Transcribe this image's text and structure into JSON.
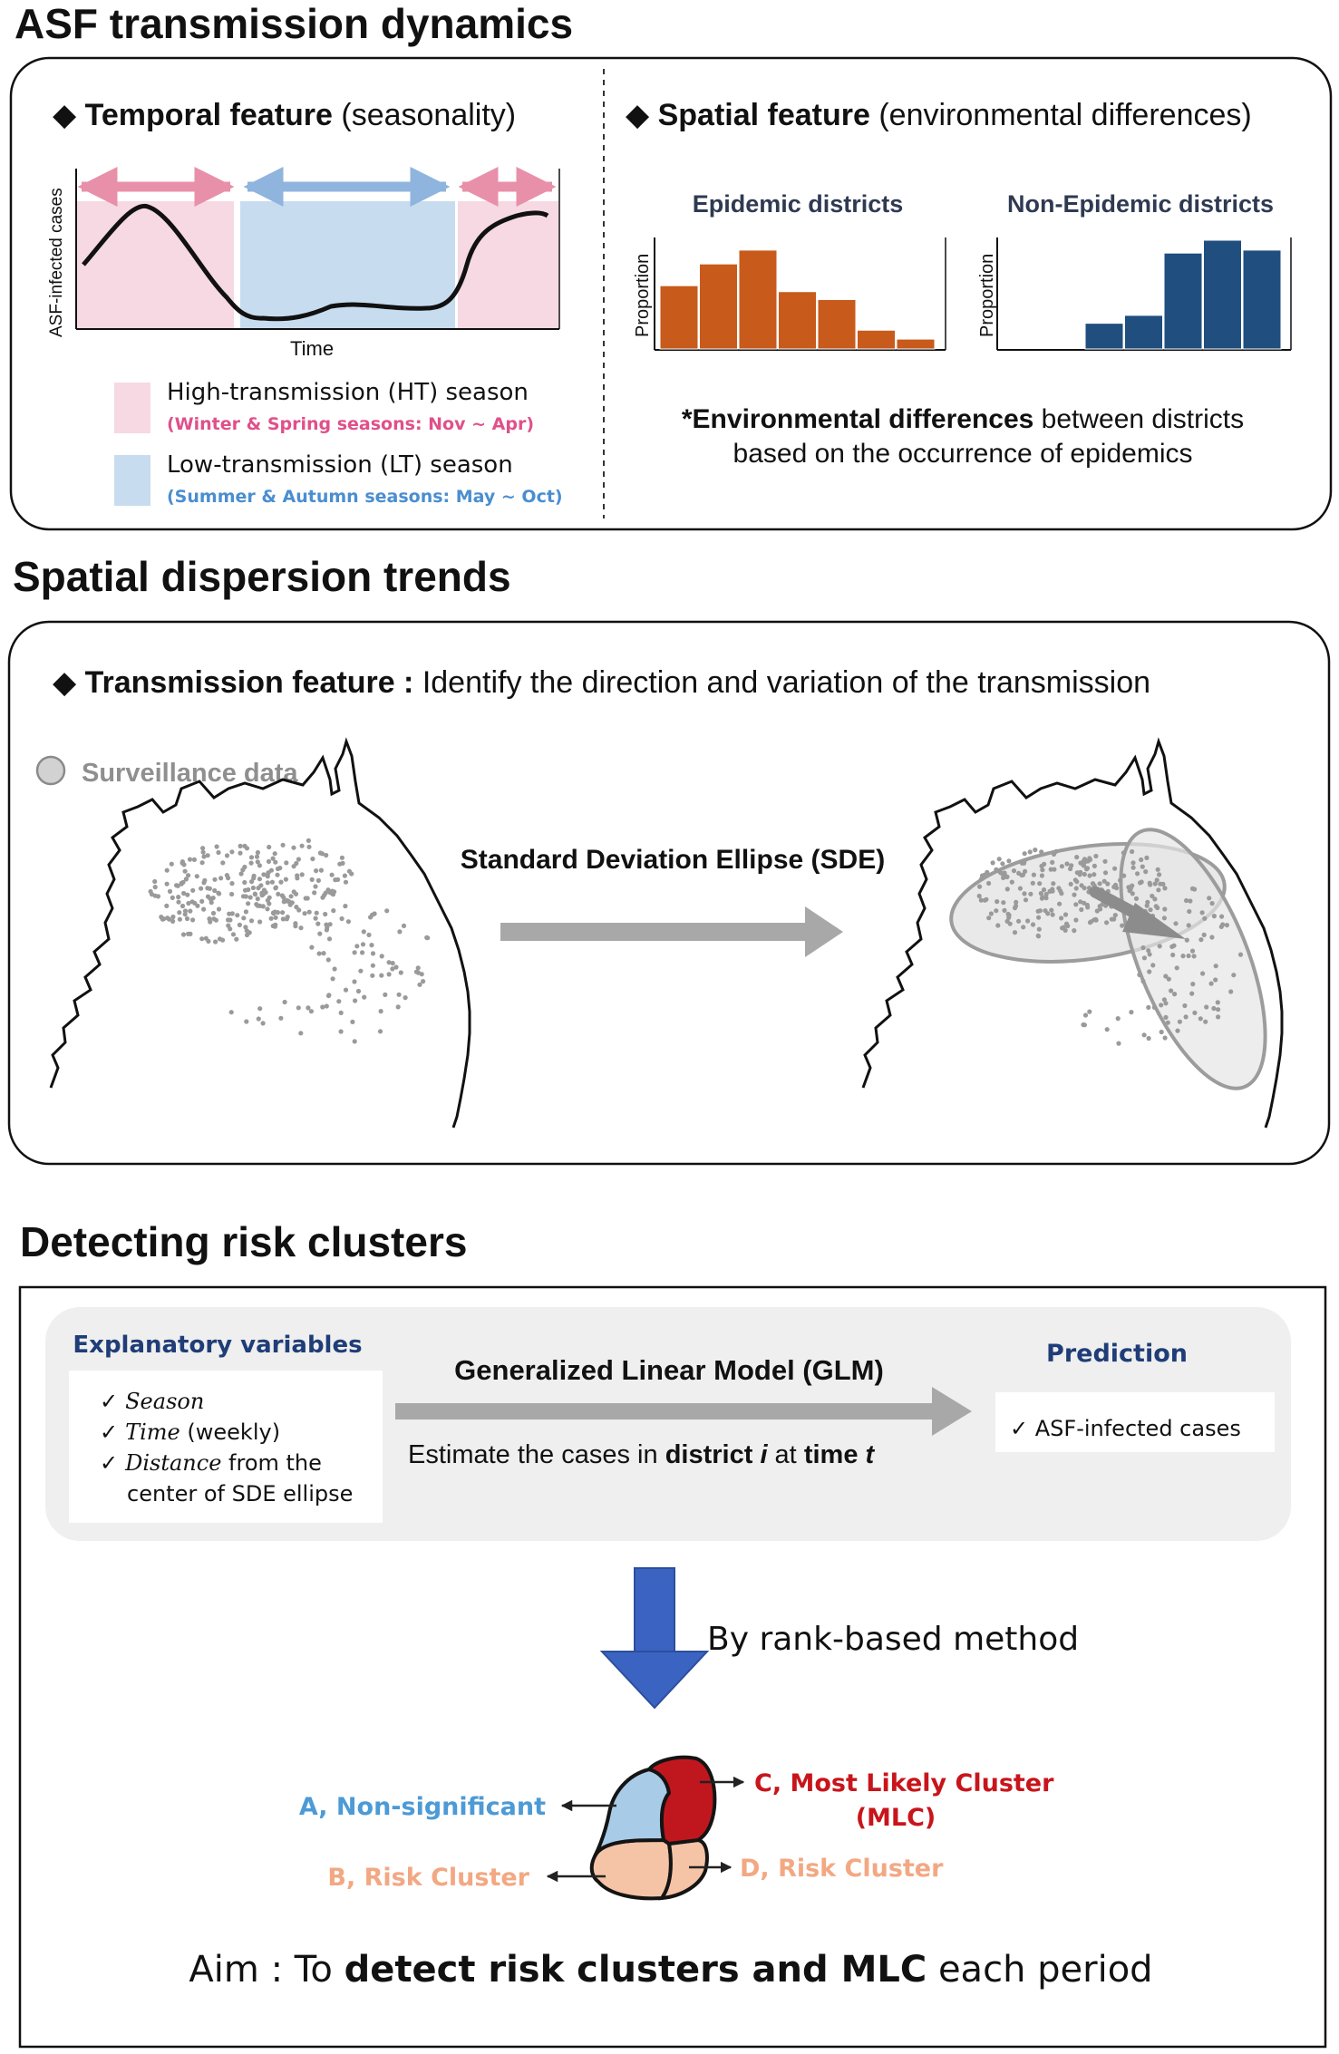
{
  "colors": {
    "ht_fill": "#f6d9e2",
    "lt_fill": "#c8dcef",
    "ht_arrow": "#e890a9",
    "lt_arrow": "#8fb4dd",
    "ht_text": "#e0508a",
    "lt_text": "#4a8ed0",
    "epi_bar": "#c85a1b",
    "nonepi_bar": "#1f4e7f",
    "gray_arrow": "#a8a8a8",
    "blue_arrow": "#3a63c2",
    "title_navy": "#1f3d77",
    "cluster_a": "#a8cbe8",
    "cluster_c": "#c0171f",
    "cluster_bd": "#f5c3a5",
    "label_a": "#4c9ad6",
    "label_c": "#c8151b",
    "label_bd": "#f2a883"
  },
  "section1": {
    "title": "ASF transmission dynamics",
    "temporal": {
      "heading_bold": "Temporal feature",
      "heading_rest": " (seasonality)",
      "ylabel": "ASF-infected cases",
      "xlabel": "Time",
      "legend": [
        {
          "label": "High-transmission (HT) season",
          "detail": "(Winter & Spring seasons: Nov ~ Apr)"
        },
        {
          "label": "Low-transmission (LT) season",
          "detail": "(Summer & Autumn seasons: May ~ Oct)"
        }
      ]
    },
    "spatial": {
      "heading_bold": "Spatial feature",
      "heading_rest": " (environmental differences)",
      "note_bold": "*Environmental differences",
      "note_rest": " between districts",
      "note_line2": "based on the occurrence of epidemics"
    }
  },
  "chart_data": [
    {
      "type": "bar",
      "title": "Epidemic districts",
      "ylabel": "Proportion",
      "values": [
        0.64,
        0.86,
        1.0,
        0.58,
        0.5,
        0.19,
        0.1
      ]
    },
    {
      "type": "bar",
      "title": "Non-Epidemic districts",
      "ylabel": "Proportion",
      "values": [
        0.0,
        0.0,
        0.26,
        0.34,
        0.97,
        1.1,
        1.0
      ]
    }
  ],
  "section2": {
    "title": "Spatial dispersion trends",
    "heading_bold": "Transmission feature :",
    "heading_rest": " Identify the direction and variation of the transmission",
    "legend_label": "Surveillance data",
    "arrow_label": "Standard Deviation Ellipse (SDE)"
  },
  "section3": {
    "title": "Detecting risk clusters",
    "explanatory_title": "Explanatory variables",
    "variables": [
      {
        "check": "✓",
        "italic": "Season",
        "rest": ""
      },
      {
        "check": "✓",
        "italic": "Time",
        "rest": " (weekly)"
      },
      {
        "check": "✓",
        "italic": "Distance",
        "rest": " from the"
      }
    ],
    "variables_cont": "center of SDE ellipse",
    "model_title": "Generalized Linear Model (GLM)",
    "estimate": {
      "t1": "Estimate the cases in ",
      "b1": "district ",
      "i1": "i",
      "t2": " at ",
      "b2": "time ",
      "i2": "t"
    },
    "prediction_title": "Prediction",
    "prediction_item": "✓ ASF-infected cases",
    "rank_label": "By rank-based method",
    "clusters": {
      "a": "A, Non-significant",
      "b": "B, Risk Cluster",
      "c_line1": "C, Most Likely Cluster",
      "c_line2": "(MLC)",
      "d": "D, Risk Cluster"
    },
    "aim": {
      "t1": "Aim : To ",
      "b1": "detect risk clusters and MLC",
      "t2": " each period"
    }
  }
}
